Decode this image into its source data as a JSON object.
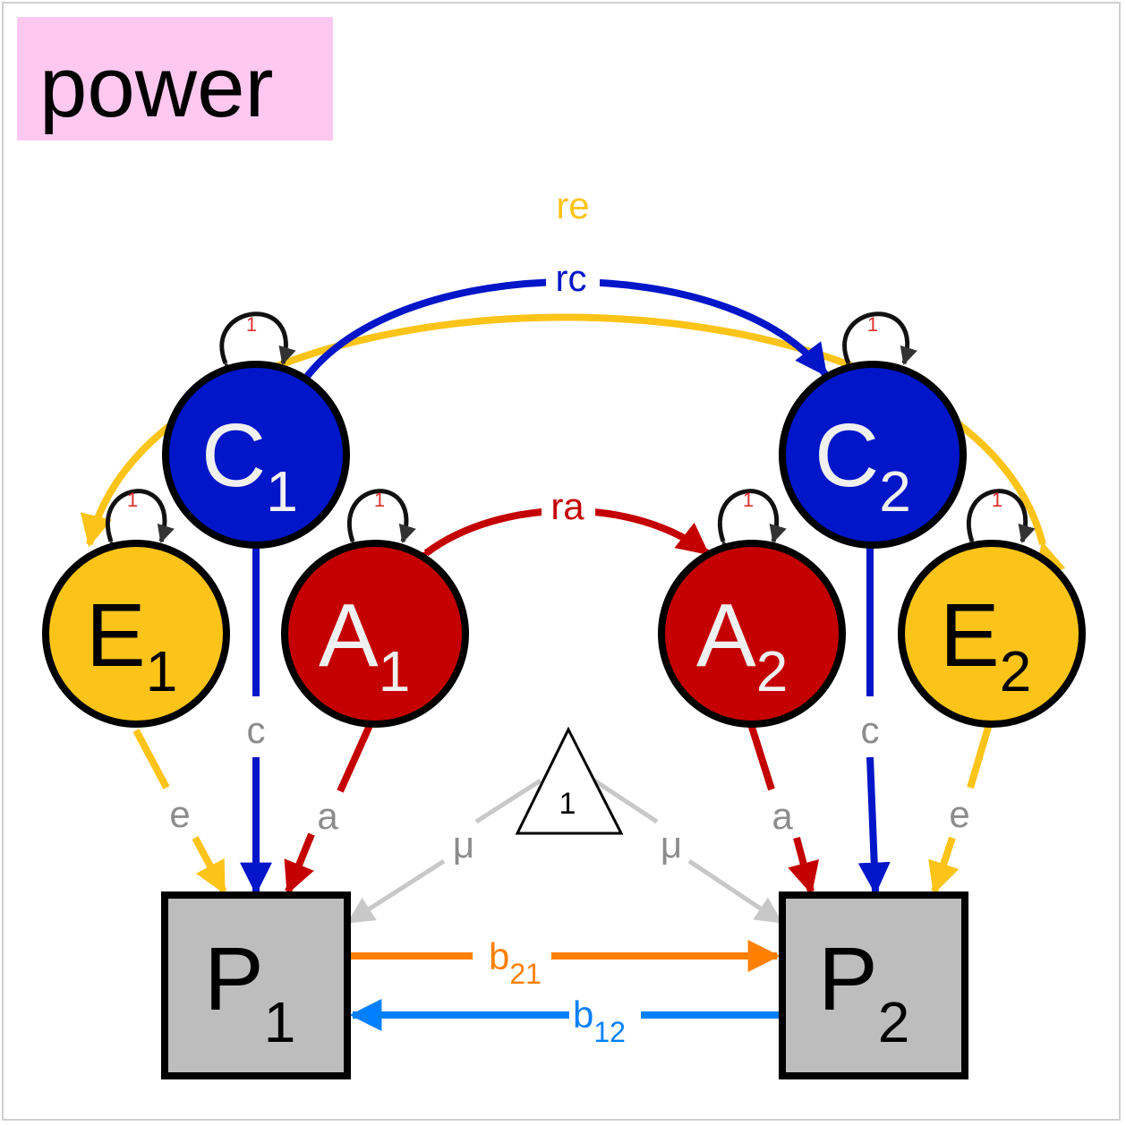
{
  "title": "power",
  "colors": {
    "title_bg": "#ffc8f0",
    "A": "#c40000",
    "C": "#0016c8",
    "E": "#fcc419",
    "P": "#bdbdbd",
    "b21": "#ff8000",
    "b12": "#0080ff",
    "mu": "#c8c8c8",
    "path_label": "#8c8c8c",
    "variance_label": "#e03030"
  },
  "nodes": {
    "C1": {
      "letter": "C",
      "sub": "1"
    },
    "C2": {
      "letter": "C",
      "sub": "2"
    },
    "A1": {
      "letter": "A",
      "sub": "1"
    },
    "A2": {
      "letter": "A",
      "sub": "2"
    },
    "E1": {
      "letter": "E",
      "sub": "1"
    },
    "E2": {
      "letter": "E",
      "sub": "2"
    },
    "P1": {
      "letter": "P",
      "sub": "1"
    },
    "P2": {
      "letter": "P",
      "sub": "2"
    },
    "mean": {
      "label": "1"
    }
  },
  "variance_label": "1",
  "labels": {
    "re": "re",
    "rc": "rc",
    "ra": "ra",
    "c": "c",
    "a": "a",
    "e": "e",
    "mu": "μ",
    "b21": "b",
    "b21_sub": "21",
    "b12": "b",
    "b12_sub": "12"
  }
}
